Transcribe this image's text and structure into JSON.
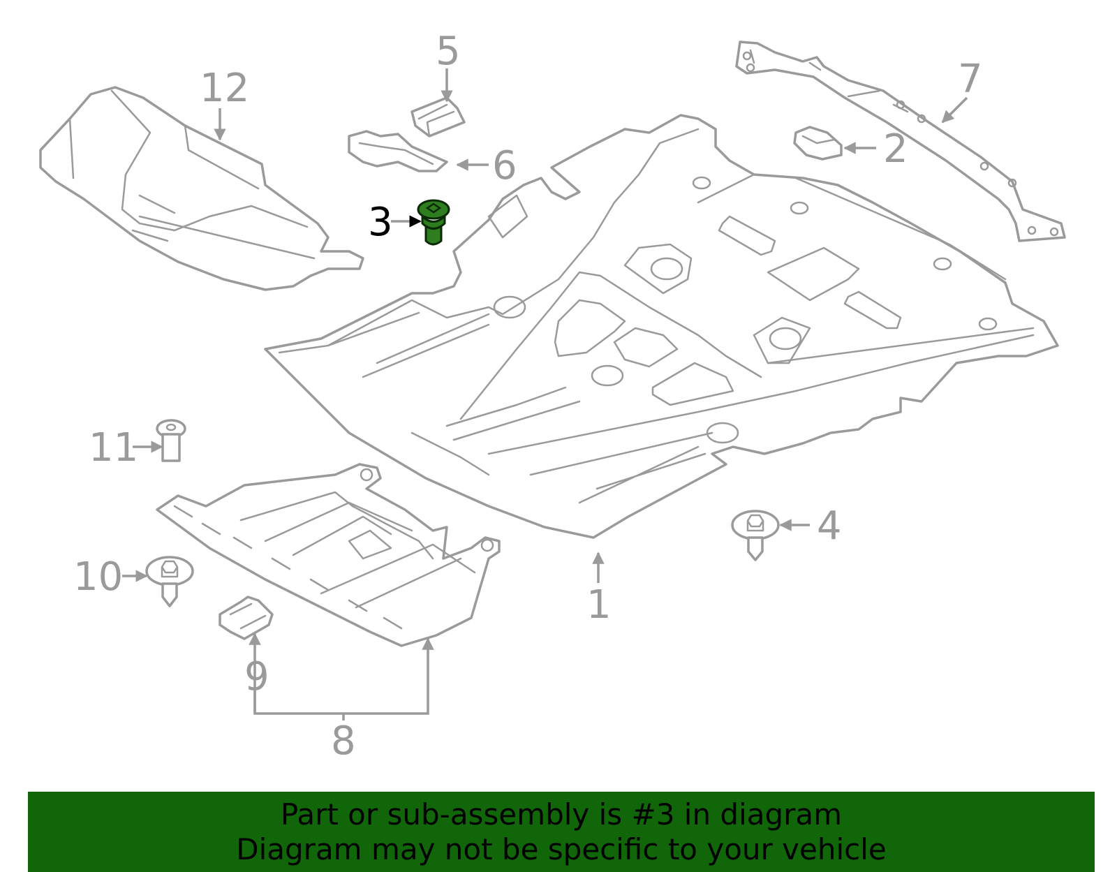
{
  "diagram": {
    "highlight_color": "#2e7d1e",
    "callouts": [
      {
        "id": "1",
        "label": "1"
      },
      {
        "id": "2",
        "label": "2"
      },
      {
        "id": "3",
        "label": "3",
        "highlighted": true
      },
      {
        "id": "4",
        "label": "4"
      },
      {
        "id": "5",
        "label": "5"
      },
      {
        "id": "6",
        "label": "6"
      },
      {
        "id": "7",
        "label": "7"
      },
      {
        "id": "8",
        "label": "8"
      },
      {
        "id": "9",
        "label": "9"
      },
      {
        "id": "10",
        "label": "10"
      },
      {
        "id": "11",
        "label": "11"
      },
      {
        "id": "12",
        "label": "12"
      }
    ]
  },
  "banner": {
    "color": "#106609",
    "line1": "Part or sub-assembly is #3 in diagram",
    "line2": "Diagram may not be specific to your vehicle"
  }
}
